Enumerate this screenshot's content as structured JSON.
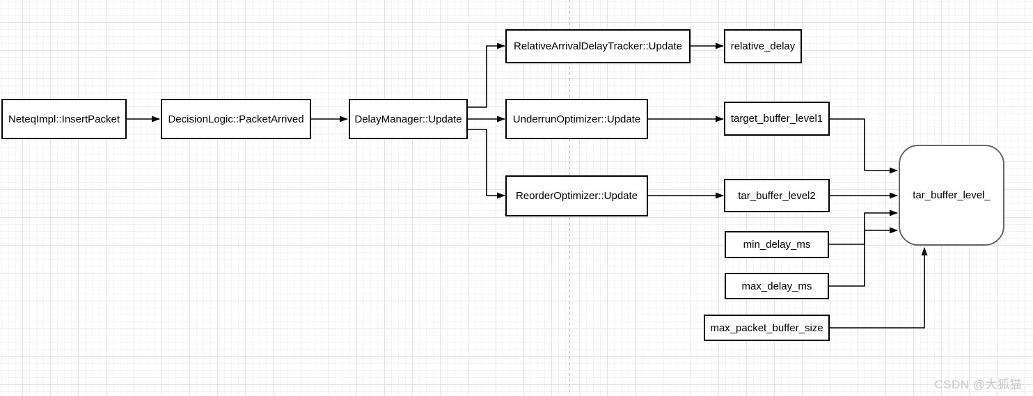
{
  "diagram_type": "flowchart",
  "nodes": [
    {
      "id": "neteq-insertpacket",
      "label": "NeteqImpl::InsertPacket",
      "shape": "rect"
    },
    {
      "id": "decisionlogic-packetarrived",
      "label": "DecisionLogic::PacketArrived",
      "shape": "rect"
    },
    {
      "id": "delaymanager-update",
      "label": "DelayManager::Update",
      "shape": "rect"
    },
    {
      "id": "relativearrivaldelaytracker-update",
      "label": "RelativeArrivalDelayTracker::Update",
      "shape": "rect"
    },
    {
      "id": "underrunoptimizer-update",
      "label": "UnderrunOptimizer::Update",
      "shape": "rect"
    },
    {
      "id": "reorderoptimizer-update",
      "label": "ReorderOptimizer::Update",
      "shape": "rect"
    },
    {
      "id": "relative-delay",
      "label": "relative_delay",
      "shape": "rect"
    },
    {
      "id": "target-buffer-level1",
      "label": "target_buffer_level1",
      "shape": "rect"
    },
    {
      "id": "tar-buffer-level2",
      "label": "tar_buffer_level2",
      "shape": "rect"
    },
    {
      "id": "min-delay-ms",
      "label": "min_delay_ms",
      "shape": "rect"
    },
    {
      "id": "max-delay-ms",
      "label": "max_delay_ms",
      "shape": "rect"
    },
    {
      "id": "max-packet-buffer-size",
      "label": "max_packet_buffer_size",
      "shape": "rect"
    },
    {
      "id": "tar-buffer-level",
      "label": "tar_buffer_level_",
      "shape": "rounded"
    }
  ],
  "edges": [
    {
      "from": "NeteqImpl::InsertPacket",
      "to": "DecisionLogic::PacketArrived"
    },
    {
      "from": "DecisionLogic::PacketArrived",
      "to": "DelayManager::Update"
    },
    {
      "from": "DelayManager::Update",
      "to": "RelativeArrivalDelayTracker::Update"
    },
    {
      "from": "DelayManager::Update",
      "to": "UnderrunOptimizer::Update"
    },
    {
      "from": "DelayManager::Update",
      "to": "ReorderOptimizer::Update"
    },
    {
      "from": "RelativeArrivalDelayTracker::Update",
      "to": "relative_delay"
    },
    {
      "from": "UnderrunOptimizer::Update",
      "to": "target_buffer_level1"
    },
    {
      "from": "ReorderOptimizer::Update",
      "to": "tar_buffer_level2"
    },
    {
      "from": "target_buffer_level1",
      "to": "tar_buffer_level_"
    },
    {
      "from": "tar_buffer_level2",
      "to": "tar_buffer_level_"
    },
    {
      "from": "min_delay_ms",
      "to": "tar_buffer_level_"
    },
    {
      "from": "max_delay_ms",
      "to": "tar_buffer_level_"
    },
    {
      "from": "max_packet_buffer_size",
      "to": "tar_buffer_level_"
    }
  ],
  "watermark": "CSDN @大狐猫",
  "colors": {
    "node_fill": "#ffffff",
    "node_border": "#000000",
    "rounded_node_border": "#666666",
    "connector": "#000000",
    "grid_minor": "#f4f4f4",
    "grid_major": "#e4e4e4",
    "page_divider": "#b9b9b9",
    "watermark": "#c9c9c9"
  }
}
